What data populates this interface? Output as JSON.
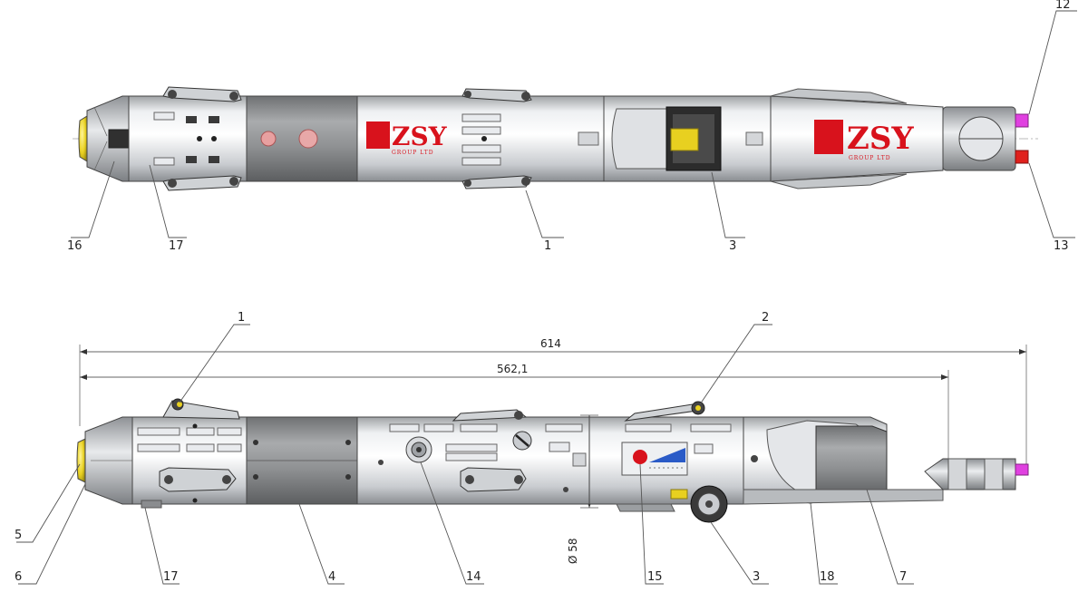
{
  "brand": {
    "logo_text": "ZSY",
    "logo_subtext": "GROUP LTD"
  },
  "callouts": {
    "top": [
      "16",
      "17",
      "1",
      "3",
      "12",
      "13"
    ],
    "bottom": [
      "1",
      "2",
      "5",
      "6",
      "17",
      "4",
      "14",
      "15",
      "3",
      "18",
      "7"
    ]
  },
  "dimensions": {
    "overall_length": "614",
    "body_length": "562,1",
    "diameter": "Ø 58"
  },
  "colors": {
    "logo_red": "#d8121c",
    "pin_magenta": "#e040e0",
    "pin_red": "#e0201c",
    "nose_yellow": "#e8d020",
    "body_gray": "#d7d9dc",
    "sleeve_gray": "#8f9193"
  }
}
